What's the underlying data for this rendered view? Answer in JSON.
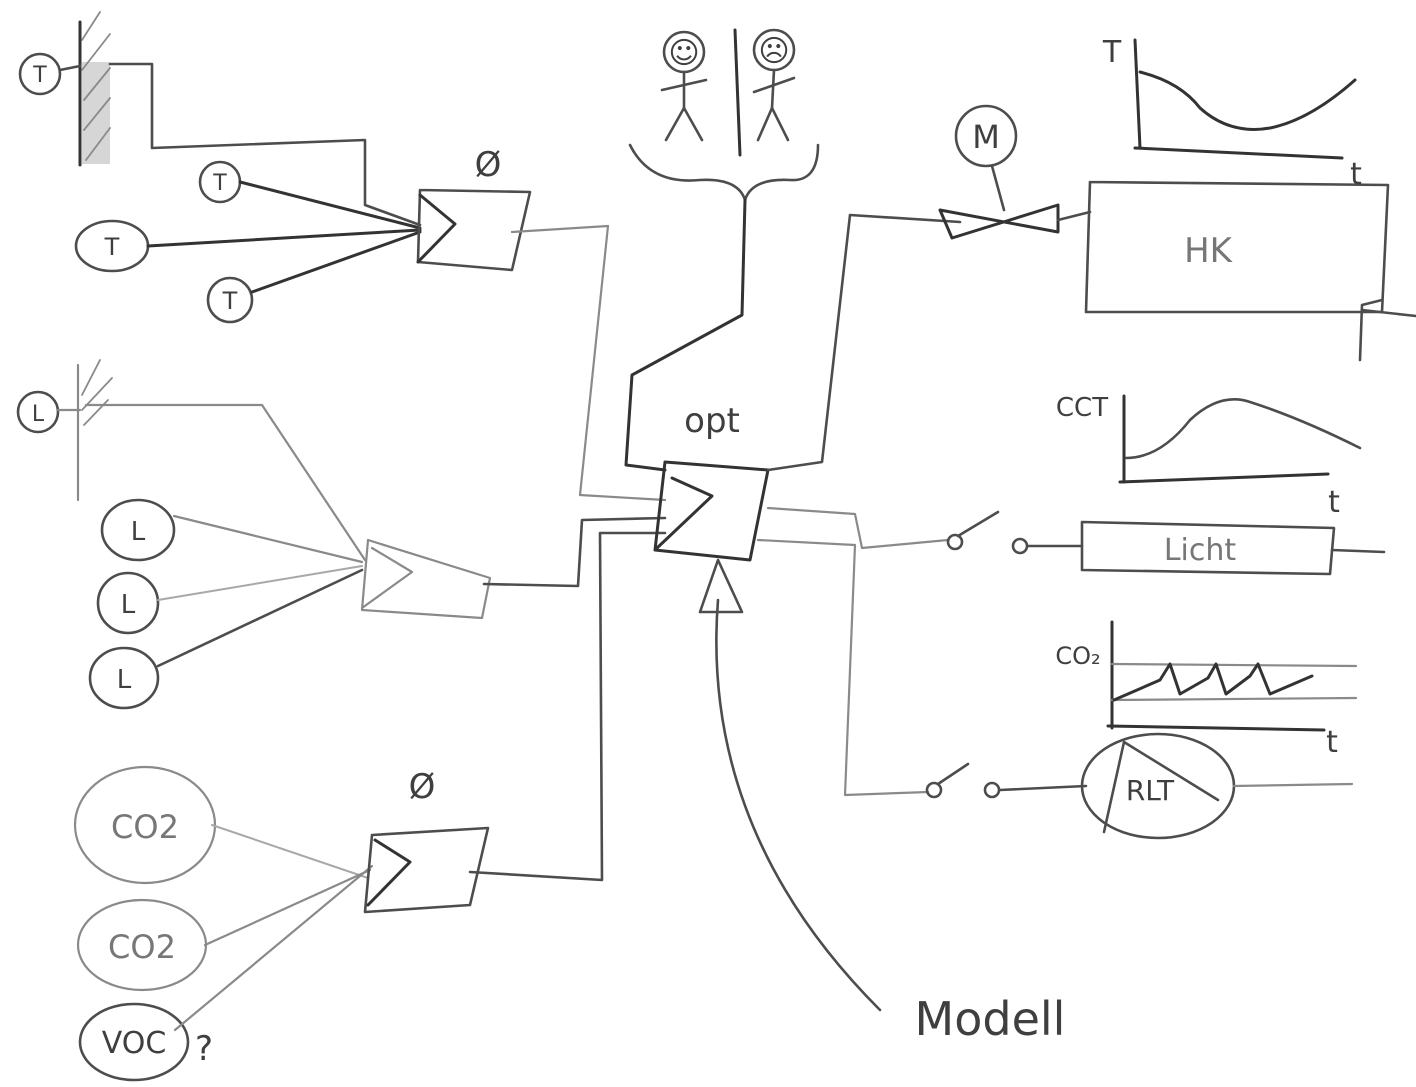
{
  "sensors": {
    "temperature": [
      "T",
      "T",
      "T",
      "T"
    ],
    "light": [
      "L",
      "L",
      "L",
      "L"
    ],
    "air": [
      "CO2",
      "CO2",
      "VOC"
    ],
    "voc_question": "?"
  },
  "aggregators": {
    "null_mark": "Ø"
  },
  "optimizer": {
    "label": "opt",
    "model_label": "Modell"
  },
  "users": {
    "happy_face": "☺",
    "sad_face": "☹"
  },
  "actuators": {
    "motor": "M",
    "heater": "HK",
    "light": "Licht",
    "ventilation": "RLT"
  },
  "plots": {
    "temperature": {
      "y_label": "T",
      "x_label": "t"
    },
    "cct": {
      "y_label": "CCT",
      "x_label": "t"
    },
    "co2": {
      "y_label": "CO₂",
      "x_label": "t"
    }
  }
}
